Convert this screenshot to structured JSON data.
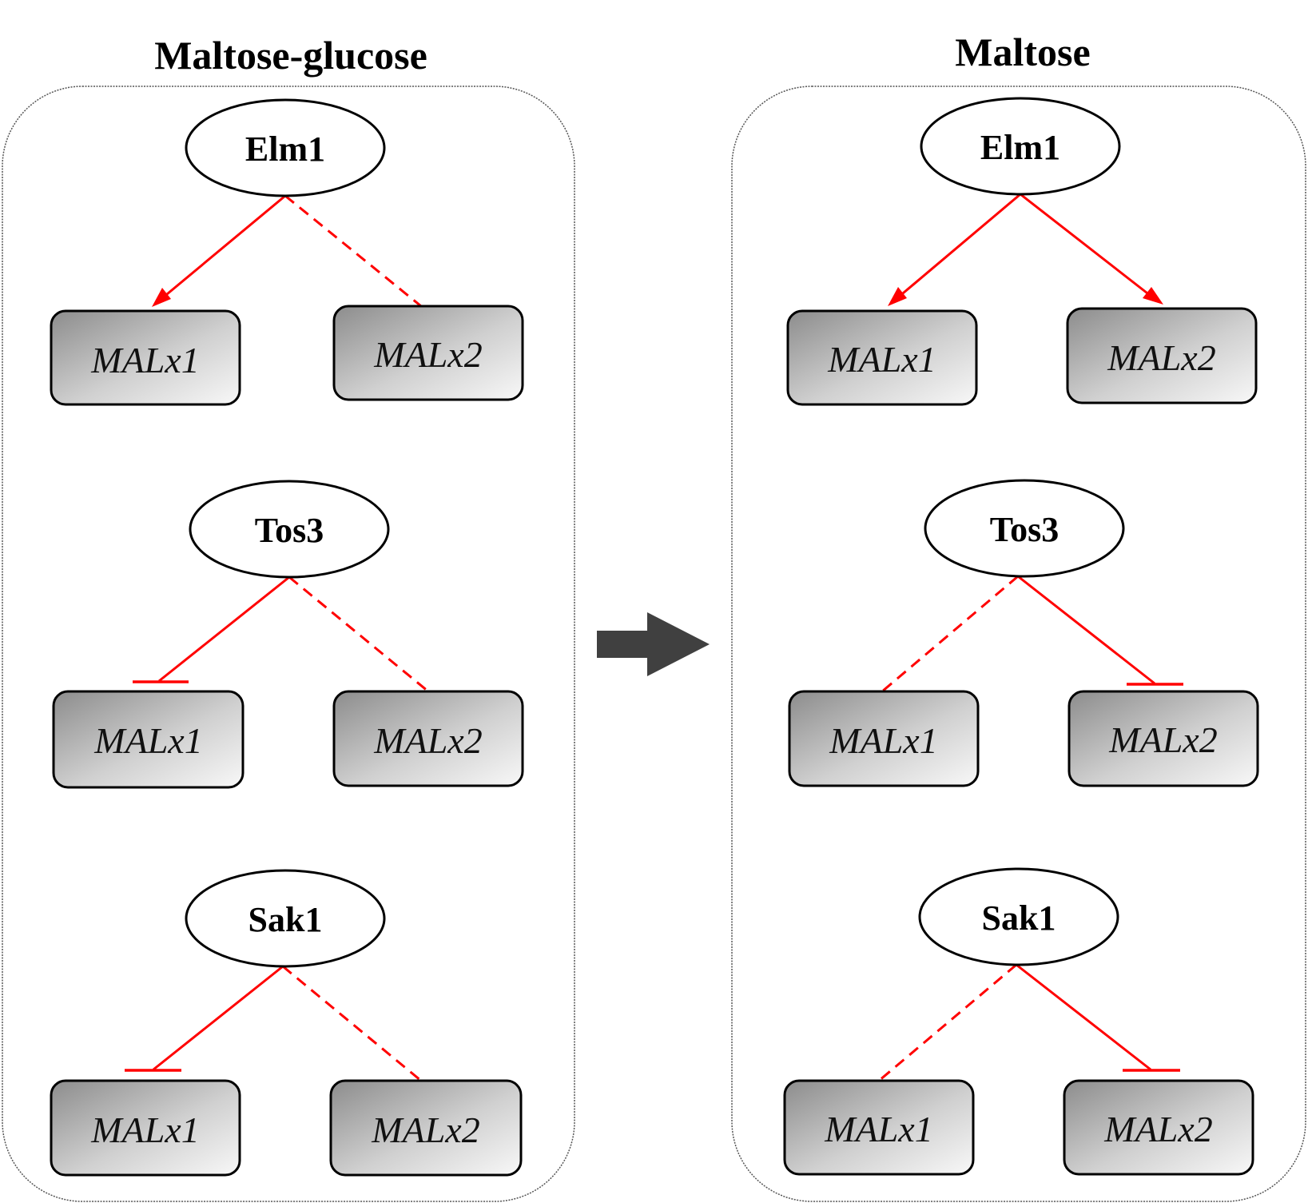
{
  "colors": {
    "edge": "#ff0000",
    "arrow": "#404040",
    "panel_border": "#555555"
  },
  "panels": [
    {
      "title": "Maltose-glucose",
      "groups": [
        {
          "kinase": "Elm1",
          "targets": [
            {
              "gene": "MALx1",
              "effect": "activation",
              "style": "solid"
            },
            {
              "gene": "MALx2",
              "effect": "none",
              "style": "dashed"
            }
          ]
        },
        {
          "kinase": "Tos3",
          "targets": [
            {
              "gene": "MALx1",
              "effect": "inhibition",
              "style": "solid"
            },
            {
              "gene": "MALx2",
              "effect": "none",
              "style": "dashed"
            }
          ]
        },
        {
          "kinase": "Sak1",
          "targets": [
            {
              "gene": "MALx1",
              "effect": "inhibition",
              "style": "solid"
            },
            {
              "gene": "MALx2",
              "effect": "none",
              "style": "dashed"
            }
          ]
        }
      ]
    },
    {
      "title": "Maltose",
      "groups": [
        {
          "kinase": "Elm1",
          "targets": [
            {
              "gene": "MALx1",
              "effect": "activation",
              "style": "solid"
            },
            {
              "gene": "MALx2",
              "effect": "activation",
              "style": "solid"
            }
          ]
        },
        {
          "kinase": "Tos3",
          "targets": [
            {
              "gene": "MALx1",
              "effect": "none",
              "style": "dashed"
            },
            {
              "gene": "MALx2",
              "effect": "inhibition",
              "style": "solid"
            }
          ]
        },
        {
          "kinase": "Sak1",
          "targets": [
            {
              "gene": "MALx1",
              "effect": "none",
              "style": "dashed"
            },
            {
              "gene": "MALx2",
              "effect": "inhibition",
              "style": "solid"
            }
          ]
        }
      ]
    }
  ]
}
